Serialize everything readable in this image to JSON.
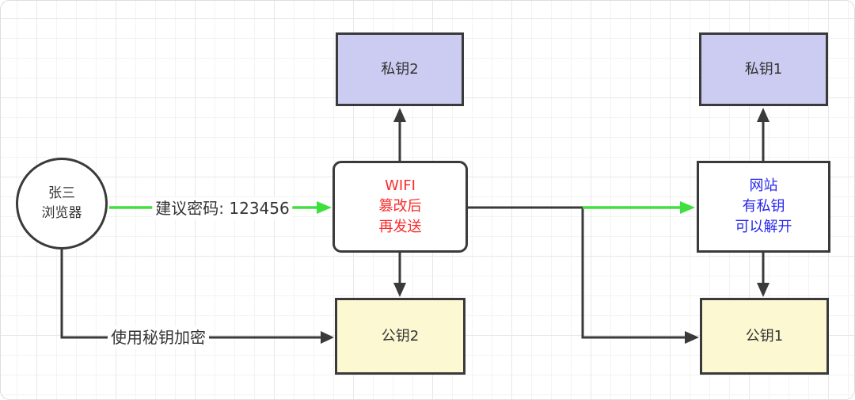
{
  "colors": {
    "stroke": "#3a3a3a",
    "green": "#3ee03e",
    "red": "#fb2a2a",
    "blue": "#2828f0",
    "lavender": "#ccccf2",
    "yellow": "#fcf8d2",
    "text-dark": "#333333",
    "grid-minor": "#f3f3f3",
    "grid-major": "#e8e8e8"
  },
  "nodes": {
    "browser": {
      "lines": [
        "张三",
        "浏览器"
      ]
    },
    "private_key_2": {
      "label": "私钥2"
    },
    "wifi_attacker": {
      "lines": [
        "WIFI",
        "篡改后",
        "再发送"
      ]
    },
    "public_key_2": {
      "label": "公钥2"
    },
    "private_key_1": {
      "label": "私钥1"
    },
    "website": {
      "lines": [
        "网站",
        "有私钥",
        "可以解开"
      ]
    },
    "public_key_1": {
      "label": "公钥1"
    }
  },
  "edge_labels": {
    "password": "建议密码: 123456",
    "encrypt": "使用秘钥加密"
  }
}
